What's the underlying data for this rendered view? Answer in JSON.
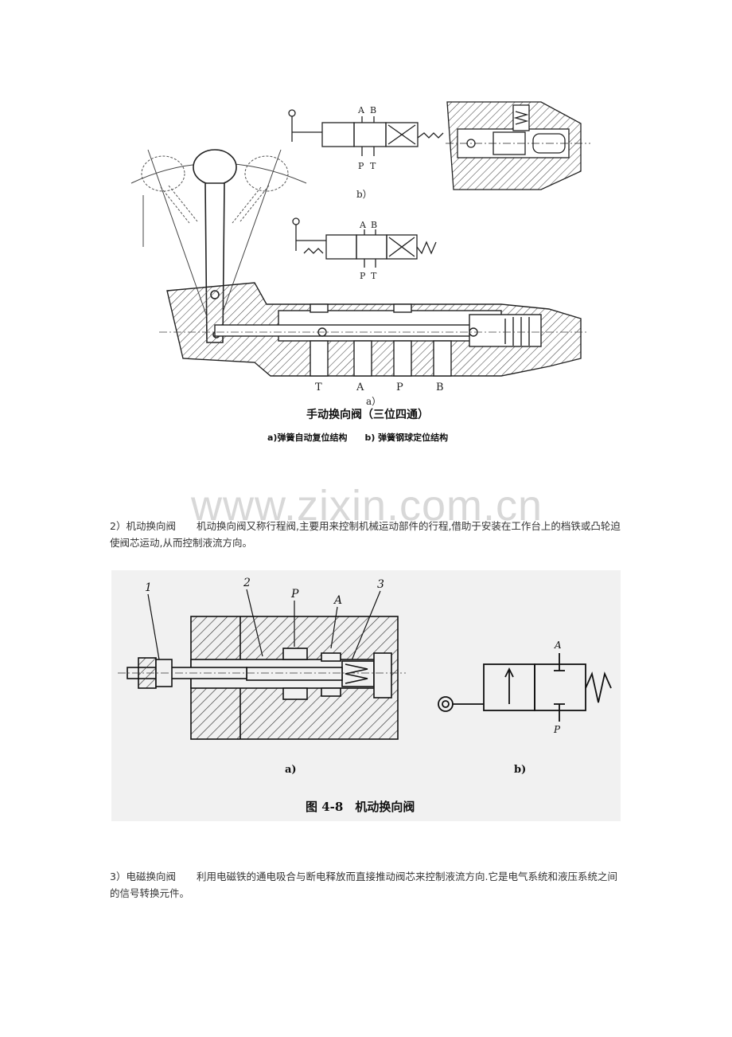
{
  "figure1": {
    "label_b": "b）",
    "label_a": "a）",
    "ports_top": [
      "A",
      "B"
    ],
    "ports_bottom": [
      "P",
      "T"
    ],
    "ports_body": [
      "T",
      "A",
      "P",
      "B"
    ],
    "title": "手动换向阀（三位四通）",
    "caption": "a)弹簧自动复位结构　　b) 弹簧钢球定位结构"
  },
  "watermark": "www.zixin.com.cn",
  "section2": {
    "heading": "2）机动换向阀",
    "body": "机动换向阀又称行程阀,主要用来控制机械运动部件的行程,借助于安装在工作台上的档铁或凸轮迫使阀芯运动,从而控制液流方向。"
  },
  "figure2": {
    "num1": "1",
    "num2": "2",
    "num3": "3",
    "label_P": "P",
    "label_A": "A",
    "sym_A": "A",
    "sym_P": "P",
    "label_a": "a)",
    "label_b": "b)",
    "caption": "图 4-8　机动换向阀"
  },
  "section3": {
    "heading": "3）电磁换向阀",
    "body": "利用电磁铁的通电吸合与断电释放而直接推动阀芯来控制液流方向.它是电气系统和液压系统之间的信号转换元件。"
  }
}
